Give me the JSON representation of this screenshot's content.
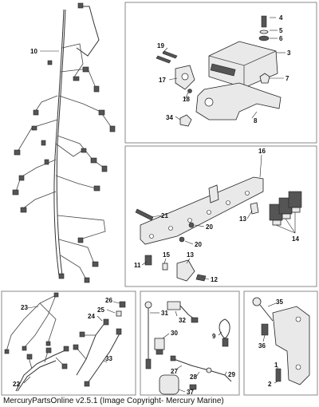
{
  "callouts": {
    "n1": "1",
    "n2": "2",
    "n3": "3",
    "n4": "4",
    "n5": "5",
    "n6": "6",
    "n7": "7",
    "n8": "8",
    "n9": "9",
    "n10": "10",
    "n11": "11",
    "n12": "12",
    "n13a": "13",
    "n13b": "13",
    "n14": "14",
    "n15": "15",
    "n16": "16",
    "n17": "17",
    "n18": "18",
    "n19": "19",
    "n20a": "20",
    "n20b": "20",
    "n21": "21",
    "n22": "22",
    "n23": "23",
    "n24": "24",
    "n25": "25",
    "n26": "26",
    "n27": "27",
    "n28": "28",
    "n29": "29",
    "n30": "30",
    "n31": "31",
    "n32": "32",
    "n33": "33",
    "n34": "34",
    "n35": "35",
    "n36": "36",
    "n37": "37"
  },
  "caption": "MercuryPartsOnline v2.5.1 (Image Copyright- Mercury Marine)"
}
